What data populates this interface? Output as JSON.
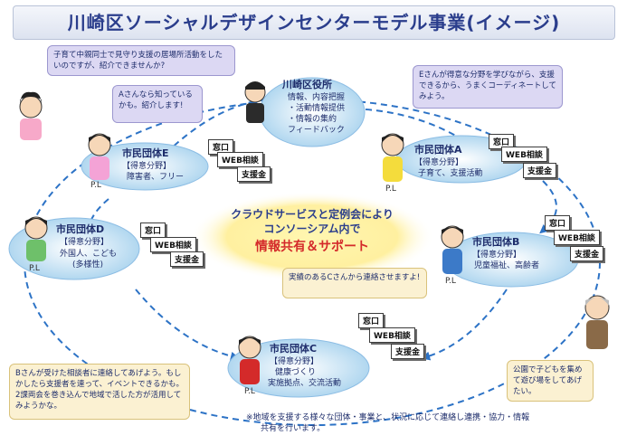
{
  "title": "川崎区ソーシャルデザインセンターモデル事業(イメージ)",
  "center": {
    "line1": "クラウドサービスと定例会により",
    "line2": "コンソーシアム内で",
    "line3": "情報共有＆サポート"
  },
  "office": {
    "name": "川崎区役所",
    "lines": [
      "情報、内容把握",
      "・活動情報提供",
      "・情報の集約",
      "フィードバック"
    ]
  },
  "groups": {
    "e": {
      "name": "市民団体E",
      "field": "【得意分野】",
      "detail": "障害者、フリー"
    },
    "a": {
      "name": "市民団体A",
      "field": "【得意分野】",
      "detail": "子育て、支援活動"
    },
    "d": {
      "name": "市民団体D",
      "field": "【得意分野】",
      "detail1": "外国人、こども",
      "detail2": "(多様性)"
    },
    "b": {
      "name": "市民団体B",
      "field": "【得意分野】",
      "detail": "児童福祉、高齢者"
    },
    "c": {
      "name": "市民団体C",
      "field": "【得意分野】",
      "detail1": "健康づくり",
      "detail2": "実施拠点、交流活動"
    }
  },
  "tag_labels": {
    "window": "窓口",
    "web": "WEB相談",
    "support": "支援金"
  },
  "pl_label": "P.L",
  "bubbles": {
    "tl": "子育て中親同士で見守り支援の居場所活動をしたいのですが、紹介できませんか?",
    "a_know": "Aさんなら知っているかも。紹介します!",
    "tr": "Eさんが得意な分野を学びながら、支援できるから、うまくコーディネートしてみよう。",
    "mid": "実績のあるCさんから連絡させますよ!",
    "bl": "Bさんが受けた相談者に連絡してあげよう。もしかしたら支援者を連って、イベントできるかも。2課両会を巻き込んで地域で活した方が活用してみようかな。",
    "br": "公園で子どもを集めて遊び場をしてあげたい。"
  },
  "note": {
    "line1": "※地域を支援する様々な団体・事業と、状況に応じて連絡し連携・協力・情報",
    "line2": "共有を行います。"
  },
  "colors": {
    "title": "#2a3d8c",
    "flow": "#2d73c6",
    "ellipse": "#b7d9ef",
    "center_glow": "#fff3a0",
    "accent_red": "#d42a2a"
  }
}
